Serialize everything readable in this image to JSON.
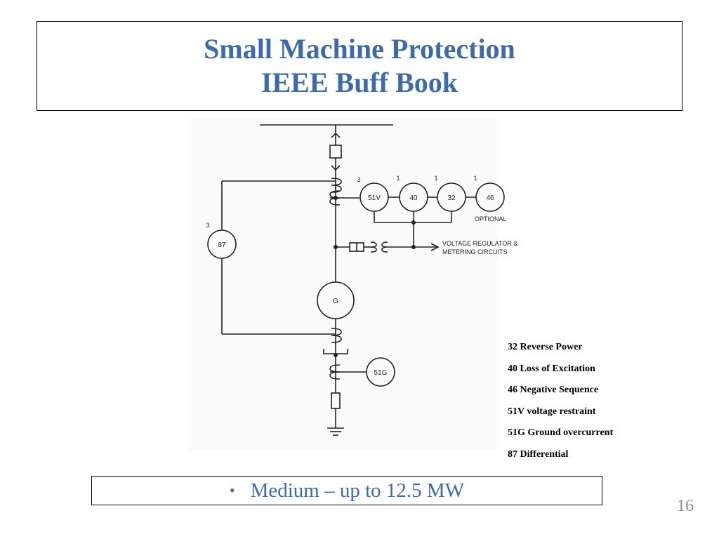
{
  "title": {
    "line1": "Small Machine Protection",
    "line2": "IEEE Buff Book"
  },
  "diagram": {
    "relay_51v": "51V",
    "relay_40": "40",
    "relay_32": "32",
    "relay_46": "46",
    "relay_87": "87",
    "relay_51g": "51G",
    "generator": "G",
    "count_51v": "3",
    "count_40": "1",
    "count_32": "1",
    "count_46": "1",
    "count_87": "3",
    "optional_label": "OPTIONAL",
    "vr_line1": "VOLTAGE REGULATOR &",
    "vr_line2": "METERING CIRCUITS"
  },
  "legend": [
    "32 Reverse Power",
    "40 Loss of Excitation",
    "46 Negative Sequence",
    "51V voltage restraint",
    "51G Ground overcurrent",
    "87 Differential"
  ],
  "note": {
    "bullet": "•",
    "text": "Medium – up to 12.5 MW"
  },
  "page_number": "16",
  "colors": {
    "title": "#3d6aa8",
    "note_text": "#3d6aa8",
    "page_number": "#8a8a8a"
  }
}
